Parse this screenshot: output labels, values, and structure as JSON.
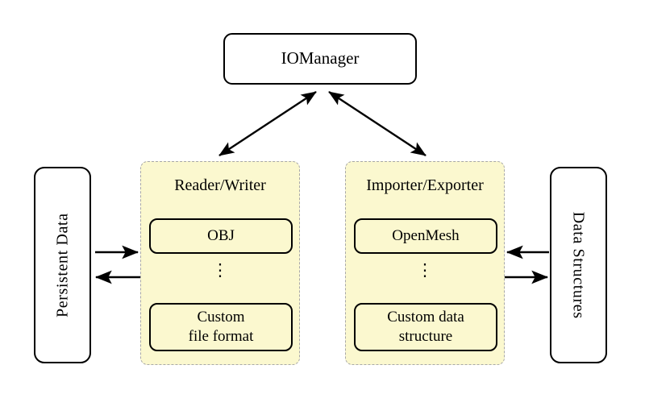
{
  "diagram": {
    "title_node": {
      "label": "IOManager"
    },
    "left_store": {
      "label": "Persistent Data"
    },
    "right_store": {
      "label": "Data Structures"
    },
    "panels": [
      {
        "title": "Reader/Writer",
        "first_item": "OBJ",
        "ellipsis": "⋮",
        "last_item_line1": "Custom",
        "last_item_line2": "file format"
      },
      {
        "title": "Importer/Exporter",
        "first_item": "OpenMesh",
        "ellipsis": "⋮",
        "last_item_line1": "Custom data",
        "last_item_line2": "structure"
      }
    ],
    "colors": {
      "panel_fill": "#fbf8cf",
      "panel_border": "#a8a8a8",
      "node_stroke": "#000000",
      "background": "#ffffff"
    },
    "connections": [
      {
        "name": "iomanager-to-reader-writer",
        "kind": "double-headed-diagonal"
      },
      {
        "name": "iomanager-to-importer-exporter",
        "kind": "double-headed-diagonal"
      },
      {
        "name": "persistent-data-to-reader-writer",
        "kind": "arrow-right"
      },
      {
        "name": "reader-writer-to-persistent-data",
        "kind": "arrow-left"
      },
      {
        "name": "data-structures-to-importer-exporter",
        "kind": "arrow-left"
      },
      {
        "name": "importer-exporter-to-data-structures",
        "kind": "arrow-right"
      }
    ]
  }
}
